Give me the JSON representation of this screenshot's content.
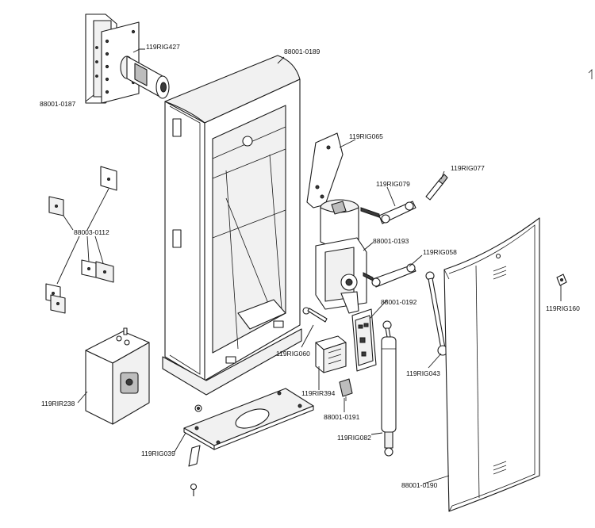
{
  "labels": {
    "p88001_0187": "88001-0187",
    "p119RIG427": "119RIG427",
    "p88001_0189": "88001-0189",
    "p119RIG065": "119RIG065",
    "p119RIG077": "119RIG077",
    "p119RIG079": "119RIG079",
    "p88003_0112": "88003-0112",
    "p88001_0193": "88001-0193",
    "p119RIG058": "119RIG058",
    "p88001_0192": "88001-0192",
    "p119RIG160": "119RIG160",
    "p119RIG060": "119RIG060",
    "p119RIG043": "119RIG043",
    "p119RIR394": "119RIR394",
    "p119RIR238": "119RIR238",
    "p88001_0191": "88001-0191",
    "p119RIG082": "119RIG082",
    "p119RIG039": "119RIG039",
    "p88001_0190": "88001-0190"
  },
  "colors": {
    "line": "#1a1a1a",
    "background": "#ffffff",
    "shade": "#bdbdbd"
  }
}
